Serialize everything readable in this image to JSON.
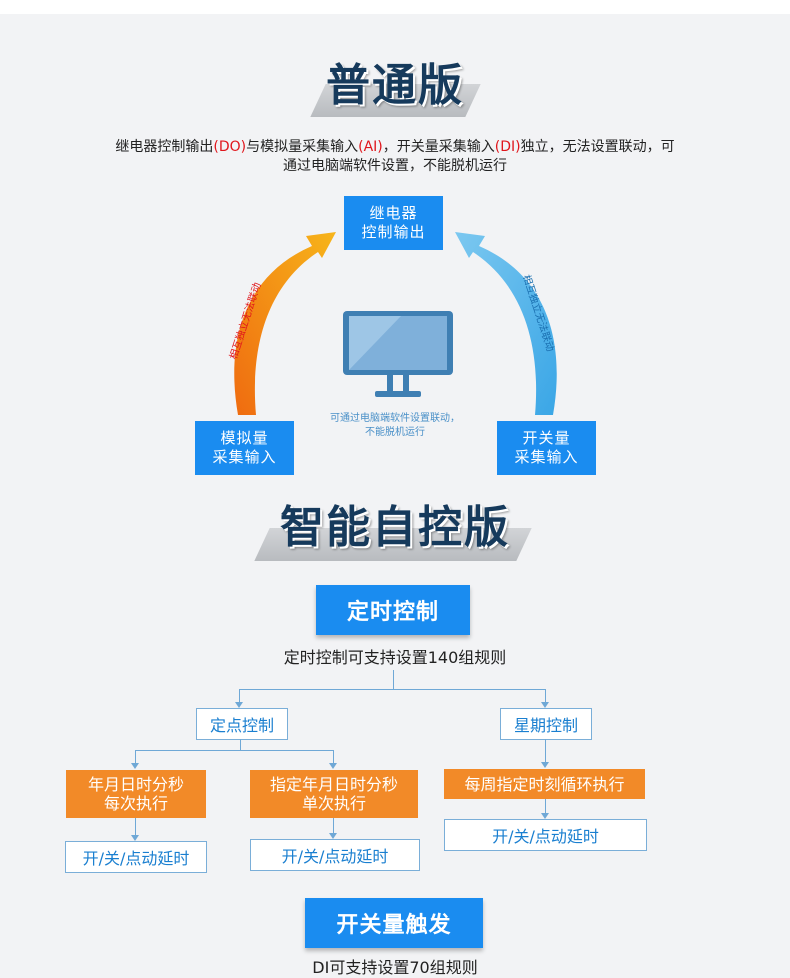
{
  "section1": {
    "title": "普通版",
    "desc": {
      "p1": "继电器控制输出",
      "do": "(DO)",
      "p2": "与模拟量采集输入",
      "ai": "(AI)",
      "p3": "，开关量采集输入",
      "di": "(DI)",
      "p4": "独立，无法设置联动，可",
      "line2": "通过电脑端软件设置，不能脱机运行"
    },
    "relay_line1": "继电器",
    "relay_line2": "控制输出",
    "analog_line1": "模拟量",
    "analog_line2": "采集输入",
    "switch_line1": "开关量",
    "switch_line2": "采集输入",
    "left_arrow_label": "相互独立无法联动",
    "right_arrow_label": "相互独立无法联动",
    "center_line1": "可通过电脑端软件设置联动，",
    "center_line2": "不能脱机运行"
  },
  "section2": {
    "title": "智能自控版",
    "timer_button": "定时控制",
    "timer_desc": "定时控制可支持设置140组规则",
    "fixed_point": "定点控制",
    "weekly": "星期控制",
    "ymd_repeat_line1": "年月日时分秒",
    "ymd_repeat_line2": "每次执行",
    "ymd_once_line1": "指定年月日时分秒",
    "ymd_once_line2": "单次执行",
    "weekly_cycle": "每周指定时刻循环执行",
    "delay1": "开/关/点动延时",
    "delay2": "开/关/点动延时",
    "delay3": "开/关/点动延时",
    "switch_button": "开关量触发",
    "switch_desc": "DI可支持设置70组规则"
  },
  "colors": {
    "blue": "#1a8cf0",
    "orange": "#f28a28",
    "red_text": "#e0161c",
    "title_text": "#163a5c",
    "arrow_left": "#f28a28",
    "arrow_right": "#5db6ea",
    "monitor": "#3f7fb3"
  },
  "icons": {
    "monitor": "monitor-icon"
  }
}
